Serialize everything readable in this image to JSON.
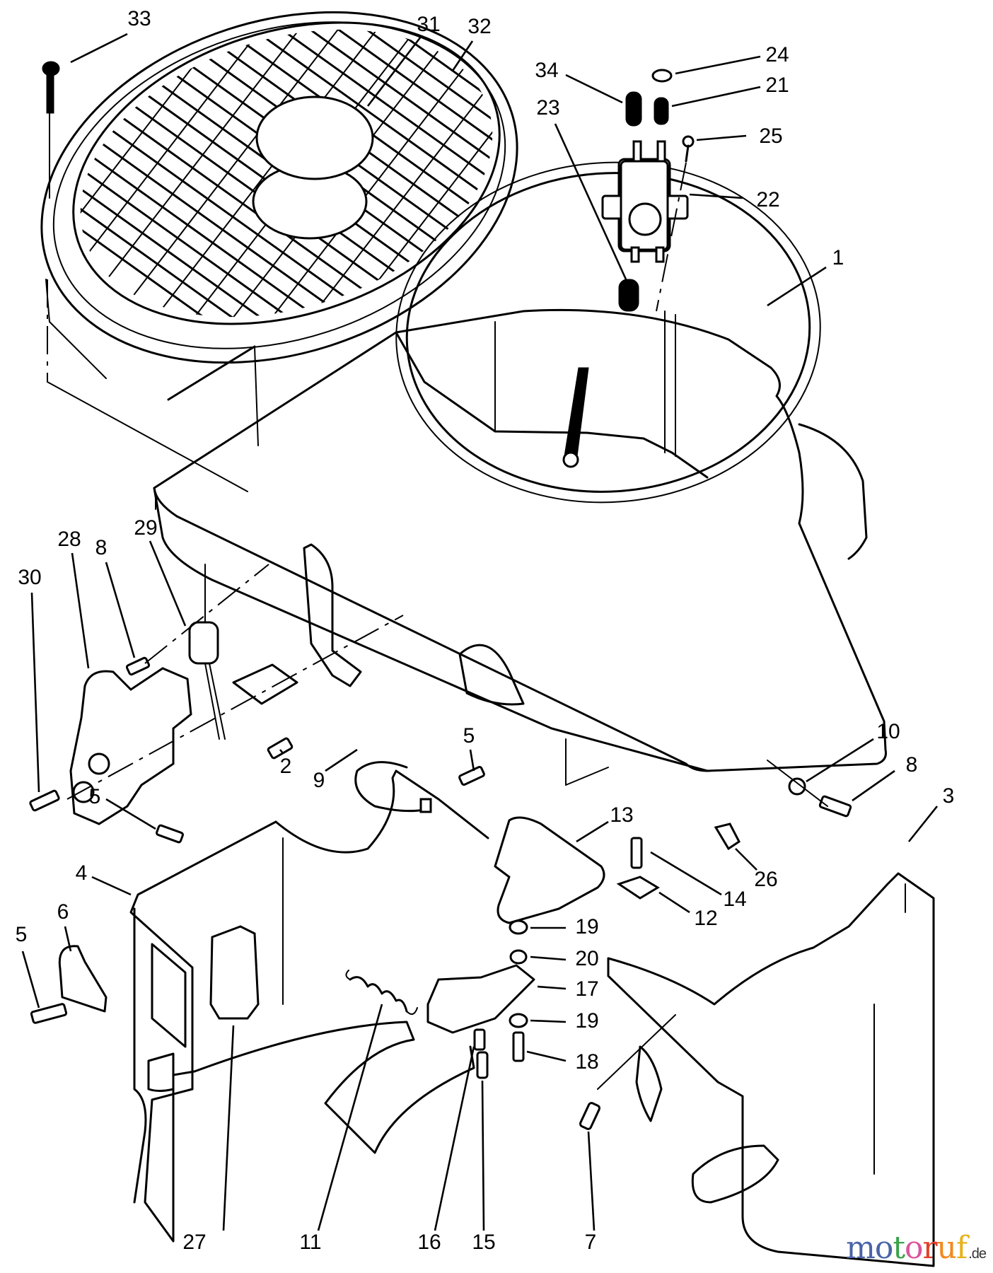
{
  "diagram": {
    "type": "exploded-parts-diagram",
    "subject": "Engine blower housing / shroud assembly",
    "callouts": [
      {
        "id": "33",
        "part": "screw"
      },
      {
        "id": "31",
        "part": "decal"
      },
      {
        "id": "32",
        "part": "rotating screen"
      },
      {
        "id": "24",
        "part": "clamp"
      },
      {
        "id": "34",
        "part": "cap"
      },
      {
        "id": "21",
        "part": "cap"
      },
      {
        "id": "23",
        "part": "hose"
      },
      {
        "id": "25",
        "part": "screw"
      },
      {
        "id": "22",
        "part": "fuel pump"
      },
      {
        "id": "1",
        "part": "blower housing"
      },
      {
        "id": "29",
        "part": "condenser"
      },
      {
        "id": "28",
        "part": "ignition coil"
      },
      {
        "id": "8",
        "part": "screw"
      },
      {
        "id": "30",
        "part": "screw"
      },
      {
        "id": "2",
        "part": "screw"
      },
      {
        "id": "9",
        "part": "clip"
      },
      {
        "id": "5",
        "part": "screw"
      },
      {
        "id": "10",
        "part": "washer"
      },
      {
        "id": "8b",
        "label": "8",
        "part": "screw"
      },
      {
        "id": "3",
        "part": "baffle right"
      },
      {
        "id": "5b",
        "label": "5",
        "part": "screw"
      },
      {
        "id": "13",
        "part": "bracket"
      },
      {
        "id": "4",
        "part": "baffle left"
      },
      {
        "id": "26",
        "part": "speed nut"
      },
      {
        "id": "14",
        "part": "screw"
      },
      {
        "id": "12",
        "part": "nut"
      },
      {
        "id": "6",
        "part": "clamp"
      },
      {
        "id": "19",
        "part": "washer"
      },
      {
        "id": "5c",
        "label": "5",
        "part": "screw"
      },
      {
        "id": "20",
        "part": "spacer"
      },
      {
        "id": "17",
        "part": "governor lever"
      },
      {
        "id": "19b",
        "label": "19",
        "part": "washer"
      },
      {
        "id": "18",
        "part": "screw"
      },
      {
        "id": "27",
        "part": "rectifier"
      },
      {
        "id": "11",
        "part": "spring"
      },
      {
        "id": "16",
        "part": "spring"
      },
      {
        "id": "15",
        "part": "screw"
      },
      {
        "id": "7",
        "part": "screw"
      }
    ],
    "labels": {
      "l33": "33",
      "l31": "31",
      "l32": "32",
      "l24": "24",
      "l34": "34",
      "l21": "21",
      "l23": "23",
      "l25": "25",
      "l22": "22",
      "l1": "1",
      "l29": "29",
      "l28": "28",
      "l8a": "8",
      "l30": "30",
      "l2": "2",
      "l9": "9",
      "l5a": "5",
      "l10": "10",
      "l8b": "8",
      "l3": "3",
      "l5b": "5",
      "l13": "13",
      "l4": "4",
      "l26": "26",
      "l14": "14",
      "l12": "12",
      "l6": "6",
      "l19a": "19",
      "l5c": "5",
      "l20": "20",
      "l17": "17",
      "l19b": "19",
      "l18": "18",
      "l27": "27",
      "l11": "11",
      "l16": "16",
      "l15": "15",
      "l7": "7"
    }
  },
  "watermark": {
    "letters": [
      "m",
      "o",
      "t",
      "o",
      "r",
      "u",
      "f"
    ],
    "letter_colors": [
      "#4a63a8",
      "#4a63a8",
      "#3aa24a",
      "#d9559b",
      "#e2402c",
      "#f08a1e",
      "#e8b21c"
    ],
    "tld": ".de"
  }
}
